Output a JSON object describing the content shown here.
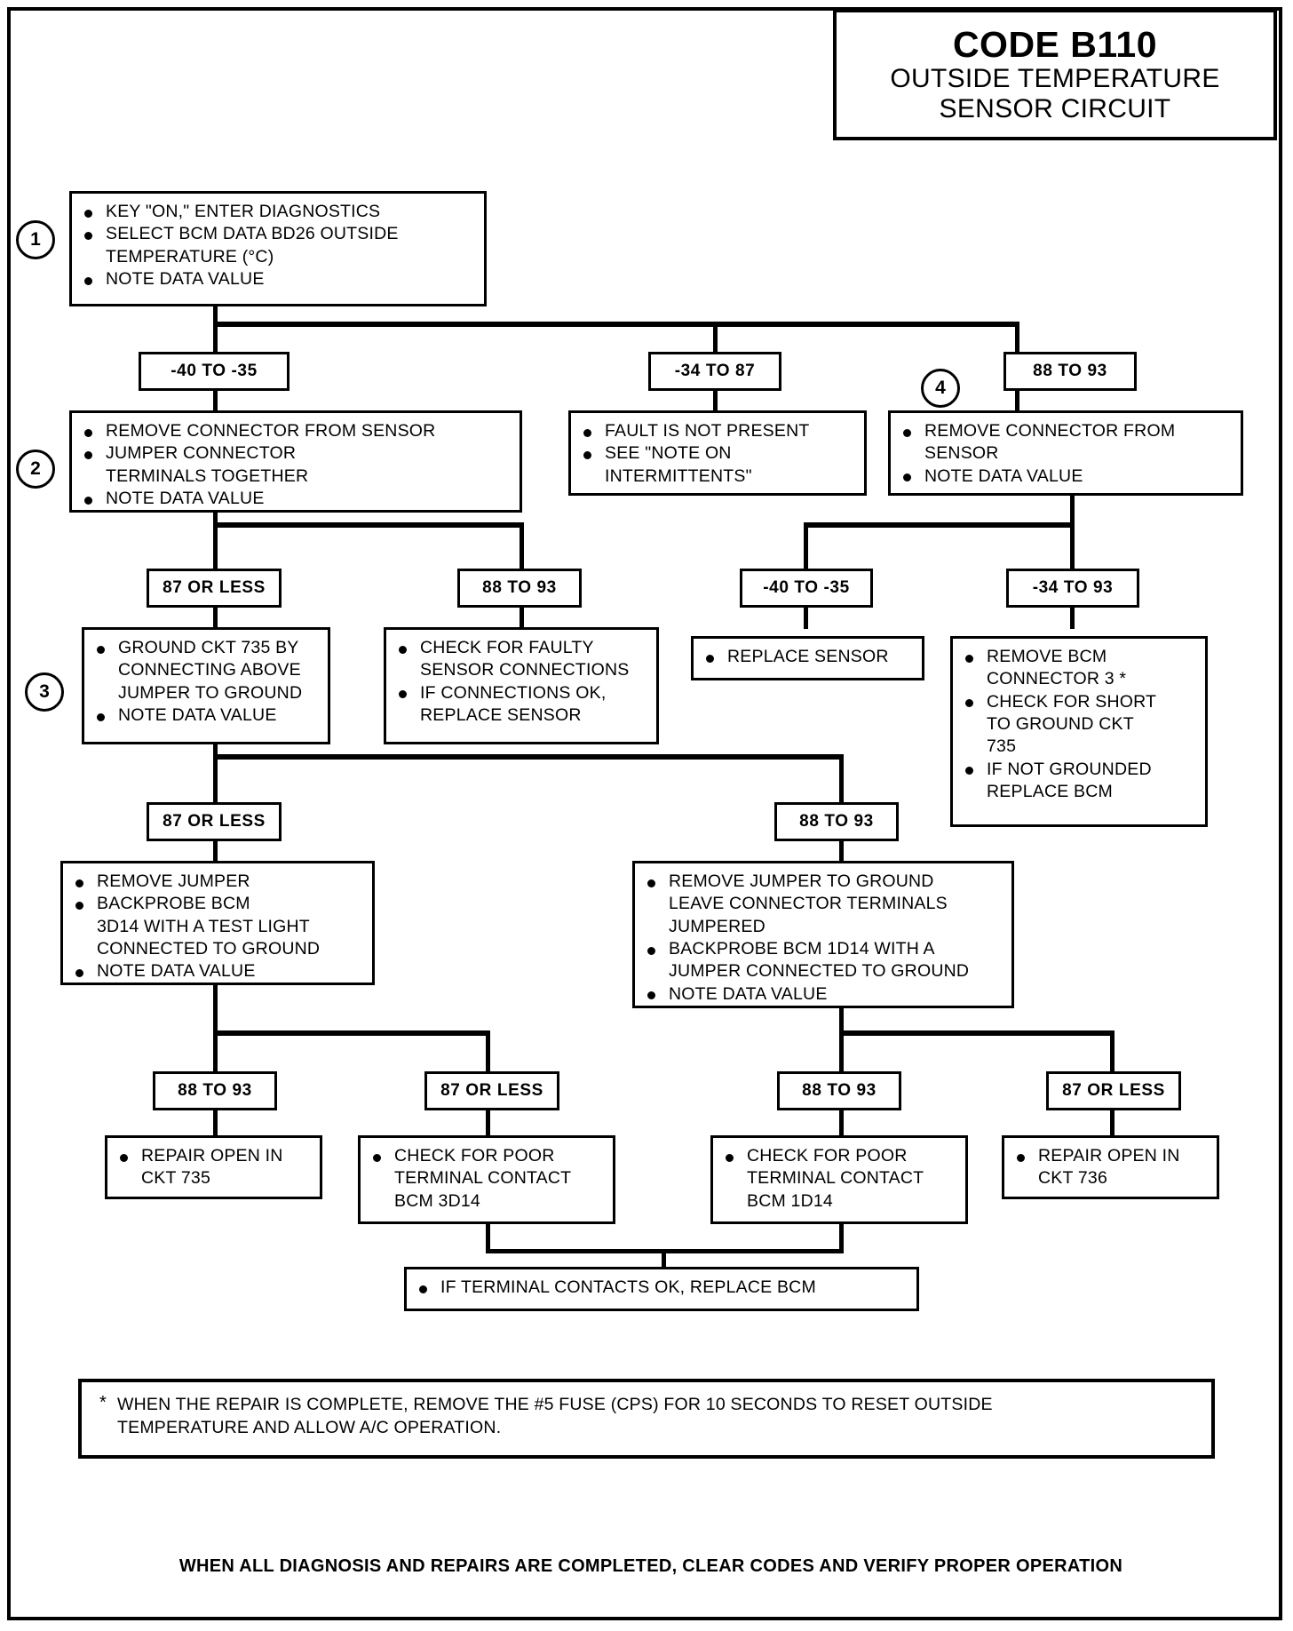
{
  "header": {
    "code": "CODE B110",
    "line2": "OUTSIDE TEMPERATURE",
    "line3": "SENSOR CIRCUIT"
  },
  "steps": {
    "s1": "1",
    "s2": "2",
    "s3": "3",
    "s4": "4"
  },
  "boxes": {
    "step1": [
      "KEY \"ON,\" ENTER DIAGNOSTICS",
      "SELECT BCM DATA BD26 OUTSIDE",
      "TEMPERATURE (°C)",
      "NOTE DATA VALUE"
    ],
    "step2": [
      "REMOVE CONNECTOR FROM SENSOR",
      "JUMPER CONNECTOR",
      "TERMINALS TOGETHER",
      "NOTE DATA VALUE"
    ],
    "fault_not_present": [
      "FAULT IS NOT PRESENT",
      "SEE \"NOTE ON",
      "INTERMITTENTS\""
    ],
    "remove_connector_right": [
      "REMOVE CONNECTOR FROM",
      "SENSOR",
      "NOTE DATA VALUE"
    ],
    "step3": [
      "GROUND CKT 735 BY",
      "CONNECTING ABOVE",
      "JUMPER TO GROUND",
      "NOTE  DATA VALUE"
    ],
    "check_faulty": [
      "CHECK FOR FAULTY",
      "SENSOR CONNECTIONS",
      "IF CONNECTIONS OK,",
      "REPLACE SENSOR"
    ],
    "replace_sensor": [
      "REPLACE SENSOR"
    ],
    "remove_bcm3": [
      "REMOVE BCM",
      "CONNECTOR 3 *",
      "CHECK FOR SHORT",
      "TO GROUND CKT",
      "735",
      "IF NOT GROUNDED",
      "REPLACE BCM"
    ],
    "remove_jumper_left": [
      "REMOVE JUMPER",
      "BACKPROBE BCM",
      "3D14 WITH A TEST LIGHT",
      "CONNECTED TO GROUND",
      "NOTE DATA VALUE"
    ],
    "remove_jumper_right": [
      "REMOVE JUMPER TO GROUND",
      "LEAVE CONNECTOR TERMINALS",
      "JUMPERED",
      "BACKPROBE BCM 1D14 WITH A",
      "JUMPER CONNECTED TO GROUND",
      "NOTE DATA VALUE"
    ],
    "repair_open_735": [
      "REPAIR OPEN IN",
      "CKT 735"
    ],
    "poor_contact_3d14": [
      "CHECK FOR POOR",
      "TERMINAL CONTACT",
      "BCM 3D14"
    ],
    "poor_contact_1d14": [
      "CHECK FOR POOR",
      "TERMINAL CONTACT",
      "BCM 1D14"
    ],
    "repair_open_736": [
      "REPAIR OPEN IN",
      "CKT 736"
    ],
    "terminal_ok": [
      "IF TERMINAL CONTACTS OK, REPLACE BCM"
    ]
  },
  "labels": {
    "r1_a": "-40 TO -35",
    "r1_b": "-34 TO 87",
    "r1_c": "88 TO 93",
    "r2_a": "87 OR LESS",
    "r2_b": "88 TO 93",
    "r2_c": "-40 TO -35",
    "r2_d": "-34 TO 93",
    "r3_a": "87 OR LESS",
    "r3_b": "88 TO 93",
    "r4_a": "88 TO 93",
    "r4_b": "87 OR LESS",
    "r4_c": "88 TO 93",
    "r4_d": "87 OR LESS"
  },
  "note": {
    "star": "*",
    "line1": "WHEN THE REPAIR IS COMPLETE, REMOVE THE #5 FUSE (CPS) FOR 10 SECONDS TO RESET OUTSIDE",
    "line2": "TEMPERATURE AND ALLOW A/C OPERATION."
  },
  "footer": "WHEN ALL DIAGNOSIS AND REPAIRS ARE COMPLETED, CLEAR CODES AND VERIFY PROPER OPERATION",
  "colors": {
    "ink": "#000000",
    "paper": "#ffffff"
  }
}
